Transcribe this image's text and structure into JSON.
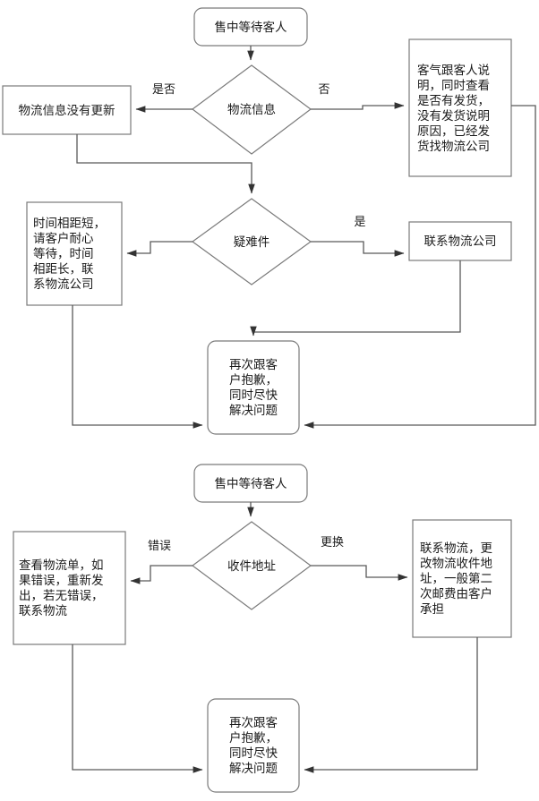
{
  "diagram": {
    "type": "flowchart",
    "orientation": "top-to-bottom",
    "line_color": "#595959",
    "shape_stroke_color": "#7a7a7a",
    "shape_fill_color": "#ffffff",
    "text_color": "#1a1a1a",
    "charts": [
      {
        "id": "chart-logistics-info",
        "nodes": {
          "start": {
            "label": "售中等待客人",
            "shape": "rounded-rectangle"
          },
          "decision": {
            "label": "物流信息",
            "shape": "diamond"
          },
          "left_result": {
            "label": "物流信息没有更新",
            "shape": "rectangle"
          },
          "right_result": {
            "label": "客气跟客人说\n明，同时查看\n是否有发货，\n没有发货说明\n原因，已经发\n货找物流公司",
            "shape": "rectangle"
          },
          "decision2": {
            "label": "疑难件",
            "shape": "diamond"
          },
          "left_result2": {
            "label": "时间相距短，\n请客户耐心\n等待，时间\n相距长，联\n系物流公司",
            "shape": "rectangle"
          },
          "right_result2": {
            "label": "联系物流公司",
            "shape": "rectangle"
          },
          "end": {
            "label": "再次跟客\n户抱歉，\n同时尽快\n解决问题",
            "shape": "rounded-rectangle"
          }
        },
        "edge_labels": {
          "decision_left": "是否",
          "decision_right": "否",
          "decision2_right": "是"
        }
      },
      {
        "id": "chart-receiving-address",
        "nodes": {
          "start": {
            "label": "售中等待客人",
            "shape": "rounded-rectangle"
          },
          "decision": {
            "label": "收件地址",
            "shape": "diamond"
          },
          "left_result": {
            "label": "查看物流单，如\n果错误，重新发\n出，若无错误，\n联系物流",
            "shape": "rectangle"
          },
          "right_result": {
            "label": "联系物流，更\n改物流收件地\n址，一般第二\n次邮费由客户\n承担",
            "shape": "rectangle"
          },
          "end": {
            "label": "再次跟客\n户抱歉，\n同时尽快\n解决问题",
            "shape": "rounded-rectangle"
          }
        },
        "edge_labels": {
          "decision_left": "错误",
          "decision_right": "更换"
        }
      }
    ]
  }
}
